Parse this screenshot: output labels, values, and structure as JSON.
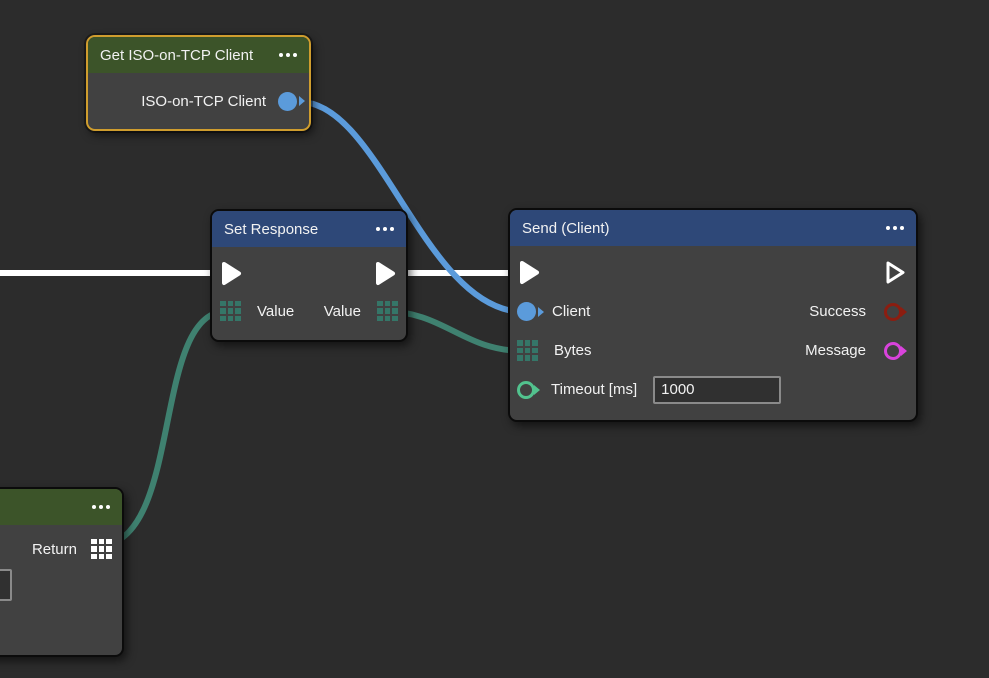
{
  "editor": {
    "background": "#2c2c2c",
    "node_body": "#414141"
  },
  "palette": {
    "header_green": "#3c5429",
    "header_blue": "#2e4878",
    "selected_border_orange": "#cf9d2e",
    "exec_wire_white": "#ffffff",
    "object_blue": "#5b9bdb",
    "data_wire_teal": "#3f8170",
    "grid_port_teal": "#357668",
    "ring_mint": "#52c28e",
    "ring_dark_red": "#8c1d10",
    "ring_magenta": "#d943dc"
  },
  "nodes": {
    "get_iso_client": {
      "title": "Get ISO-on-TCP Client",
      "selected": true,
      "outputs": {
        "client": {
          "label": "ISO-on-TCP Client"
        }
      }
    },
    "set_response": {
      "title": "Set Response",
      "inputs": {
        "value": {
          "label": "Value"
        }
      },
      "outputs": {
        "value": {
          "label": "Value"
        }
      }
    },
    "send_client": {
      "title": "Send (Client)",
      "inputs": {
        "client": {
          "label": "Client"
        },
        "bytes": {
          "label": "Bytes"
        },
        "timeout": {
          "label": "Timeout [ms]",
          "value": "1000"
        }
      },
      "outputs": {
        "success": {
          "label": "Success"
        },
        "message": {
          "label": "Message"
        }
      }
    },
    "return_node": {
      "outputs": {
        "return": {
          "label": "Return"
        }
      }
    }
  },
  "wires": [
    {
      "name": "exec-flow",
      "color": "#ffffff"
    },
    {
      "name": "iso-client-to-client",
      "color": "#5b9bdb"
    },
    {
      "name": "value-to-bytes",
      "color": "#3f8170"
    },
    {
      "name": "return-to-value",
      "color": "#3f8170"
    }
  ]
}
